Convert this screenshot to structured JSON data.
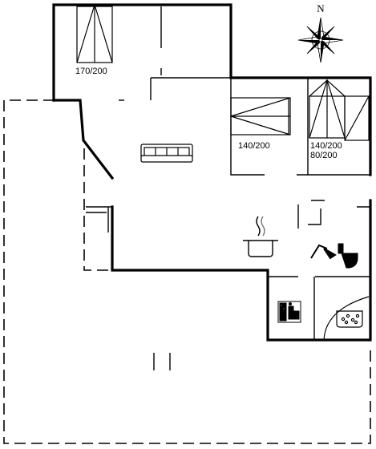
{
  "compass": {
    "north_label": "N",
    "icon": "compass-rose-icon"
  },
  "bed_labels": {
    "bedroom_top": "170/200",
    "bedroom_middle": "140/200",
    "bedroom_right_main": "140/200",
    "bedroom_right_extra": "80/200"
  },
  "icons": [
    "sofa-icon",
    "cooking-pot-icon",
    "shower-icon",
    "toilet-icon",
    "sauna-icon",
    "whirlpool-bath-icon"
  ]
}
